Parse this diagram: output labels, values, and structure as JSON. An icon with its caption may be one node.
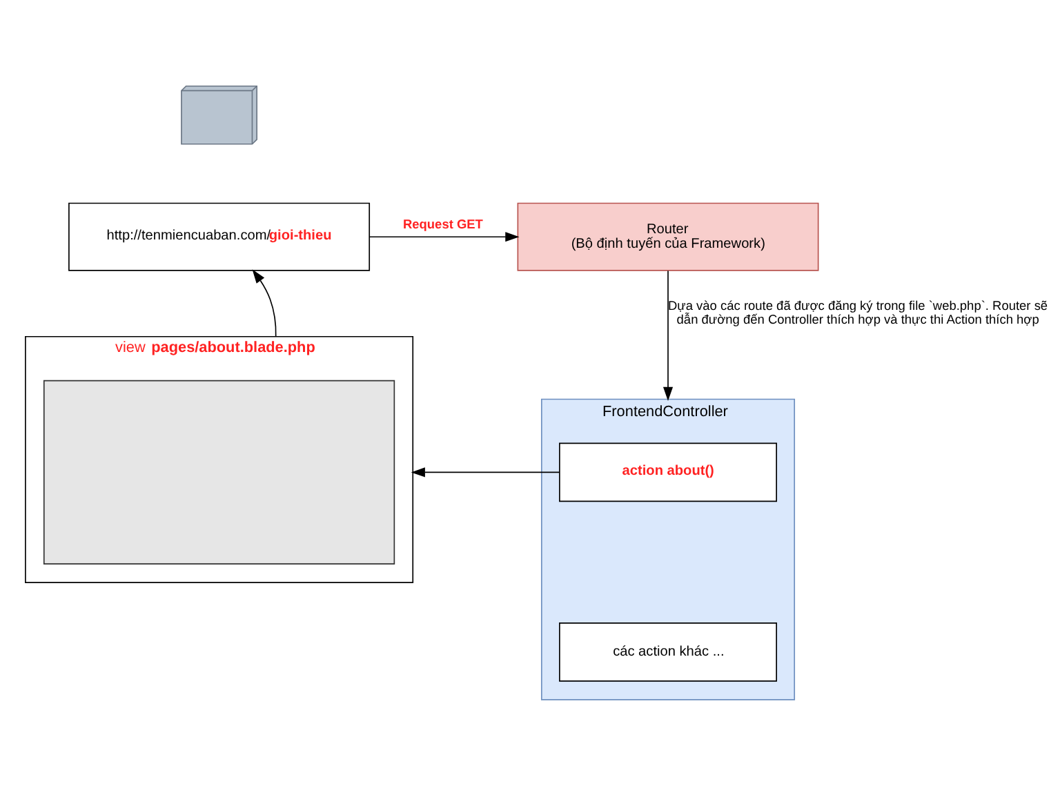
{
  "diagram": {
    "nodes": [
      {
        "text": [],
        "shape": "picture"
      },
      {
        "text": [
          "http://tenmiencuaban.com/**gioi-thieu**"
        ]
      },
      {
        "text": [
          "Router",
          "(Bộ định tuyến của Framework)"
        ]
      },
      {
        "text": [
          "FrontendController"
        ]
      },
      {
        "text": [
          "action about()"
        ],
        "in": 3
      },
      {
        "text": [
          "các action khác ..."
        ],
        "in": 3
      },
      {
        "text": [
          "view **pages/about.blade.php**"
        ]
      },
      {
        "text": [],
        "shape": "box",
        "in": 6
      }
    ],
    "edges": [
      {
        "from": 6,
        "to": 1,
        "arrow": "to"
      },
      {
        "from": 1,
        "to": 2,
        "arrow": "to",
        "label": "Request GET"
      },
      {
        "from": 2,
        "to": 3,
        "arrow": "to",
        "label": "Dựa vào các route đã được đăng ký trong file `web.php`. Router sẽ dẫn đường đến Controller thích hợp và thực thi Action thích hợp"
      },
      {
        "from": 4,
        "to": 6,
        "arrow": "to"
      }
    ]
  }
}
